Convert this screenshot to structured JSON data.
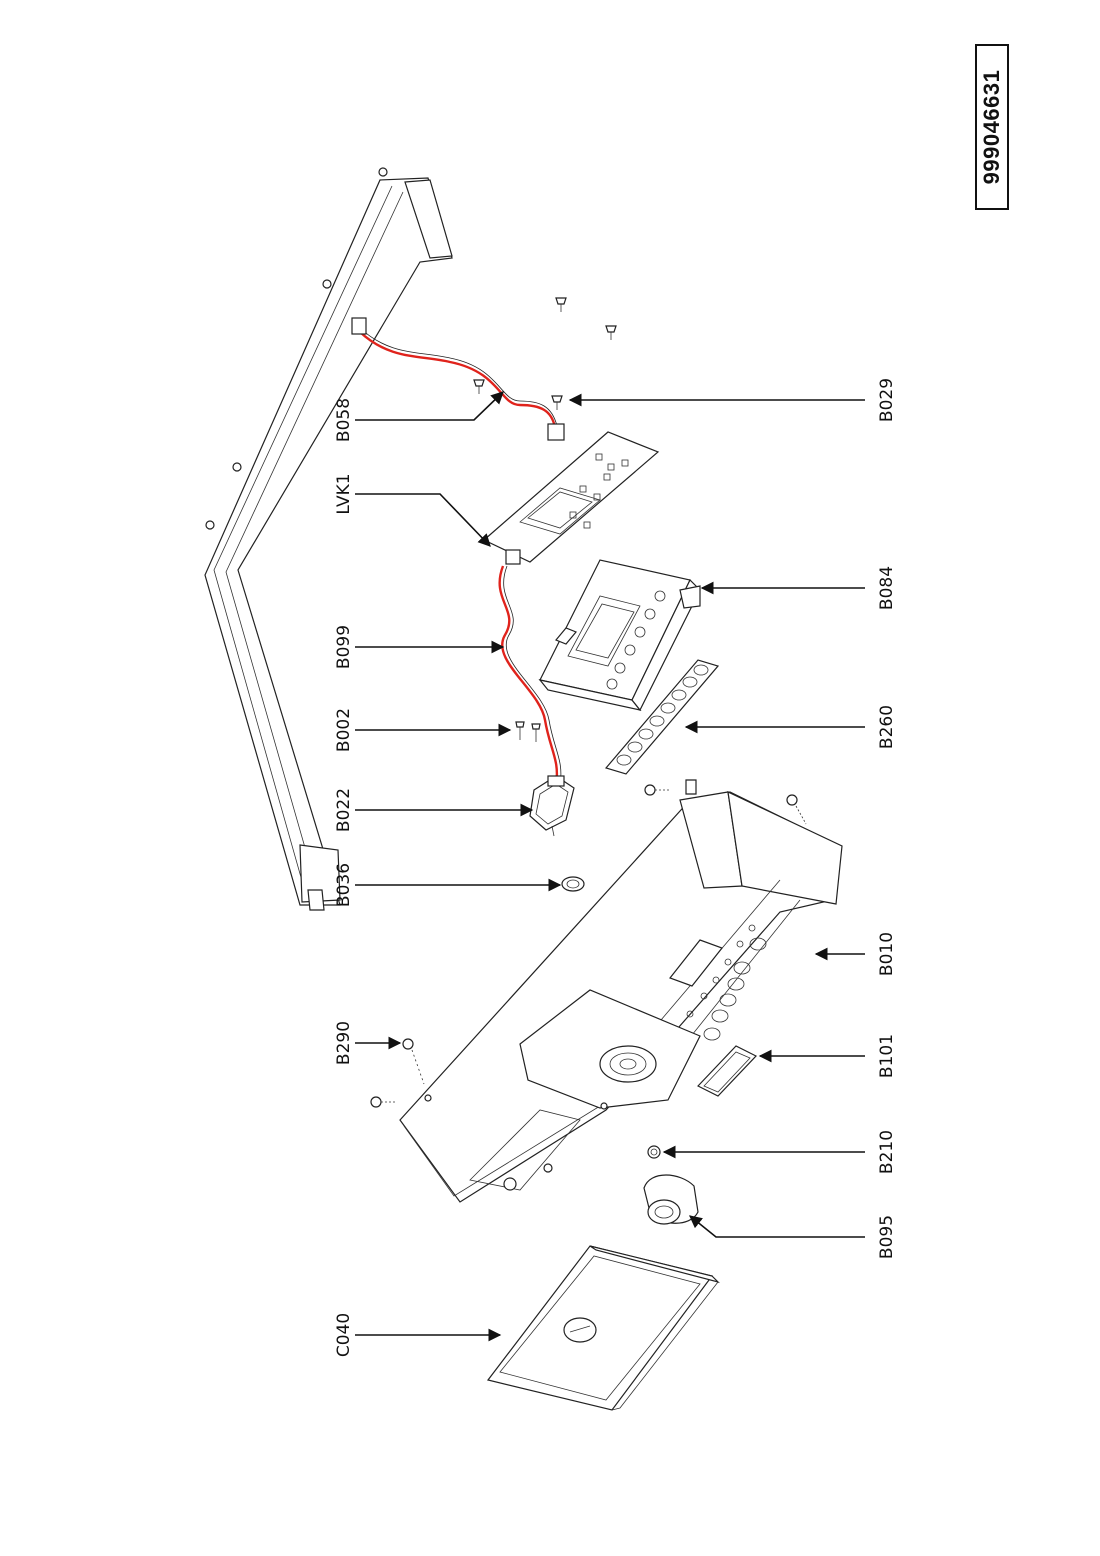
{
  "document_number": "999046631",
  "labels": {
    "b058": "B058",
    "lvk1": "LVK1",
    "b099": "B099",
    "b002": "B002",
    "b022": "B022",
    "b036": "B036",
    "b290": "B290",
    "c040": "C040",
    "b029": "B029",
    "b084": "B084",
    "b260": "B260",
    "b010": "B010",
    "b101": "B101",
    "b210": "B210",
    "b095": "B095"
  },
  "colors": {
    "wire": "#e0231c",
    "line": "#222222"
  }
}
